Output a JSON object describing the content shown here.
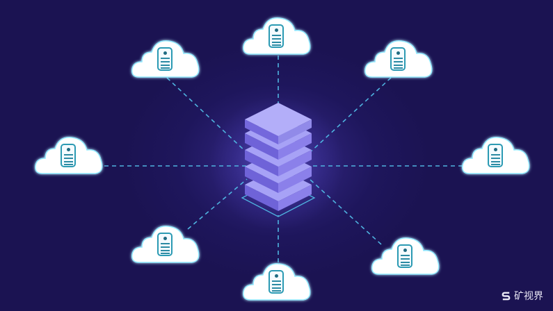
{
  "diagram": {
    "type": "hub-and-spoke network",
    "center": {
      "label": "",
      "icon": "server-stack-icon"
    },
    "nodes": [
      {
        "id": "top",
        "icon": "cloud-server-icon"
      },
      {
        "id": "top-right",
        "icon": "cloud-server-icon"
      },
      {
        "id": "right",
        "icon": "cloud-server-icon"
      },
      {
        "id": "bottom-right",
        "icon": "cloud-server-icon"
      },
      {
        "id": "bottom",
        "icon": "cloud-server-icon"
      },
      {
        "id": "bottom-left",
        "icon": "cloud-server-icon"
      },
      {
        "id": "left",
        "icon": "cloud-server-icon"
      },
      {
        "id": "top-left",
        "icon": "cloud-server-icon"
      }
    ],
    "connector_style": "dashed",
    "colors": {
      "background": "#1c1454",
      "connector": "#4fb3e0",
      "cloud_fill": "#ffffff",
      "cloud_glow": "#7fe0ff",
      "server_icon_stroke": "#2b9ab3",
      "stack_top": "#a9a4f5",
      "stack_side": "#7a6fe0"
    }
  },
  "watermark": {
    "text": "矿视界"
  }
}
